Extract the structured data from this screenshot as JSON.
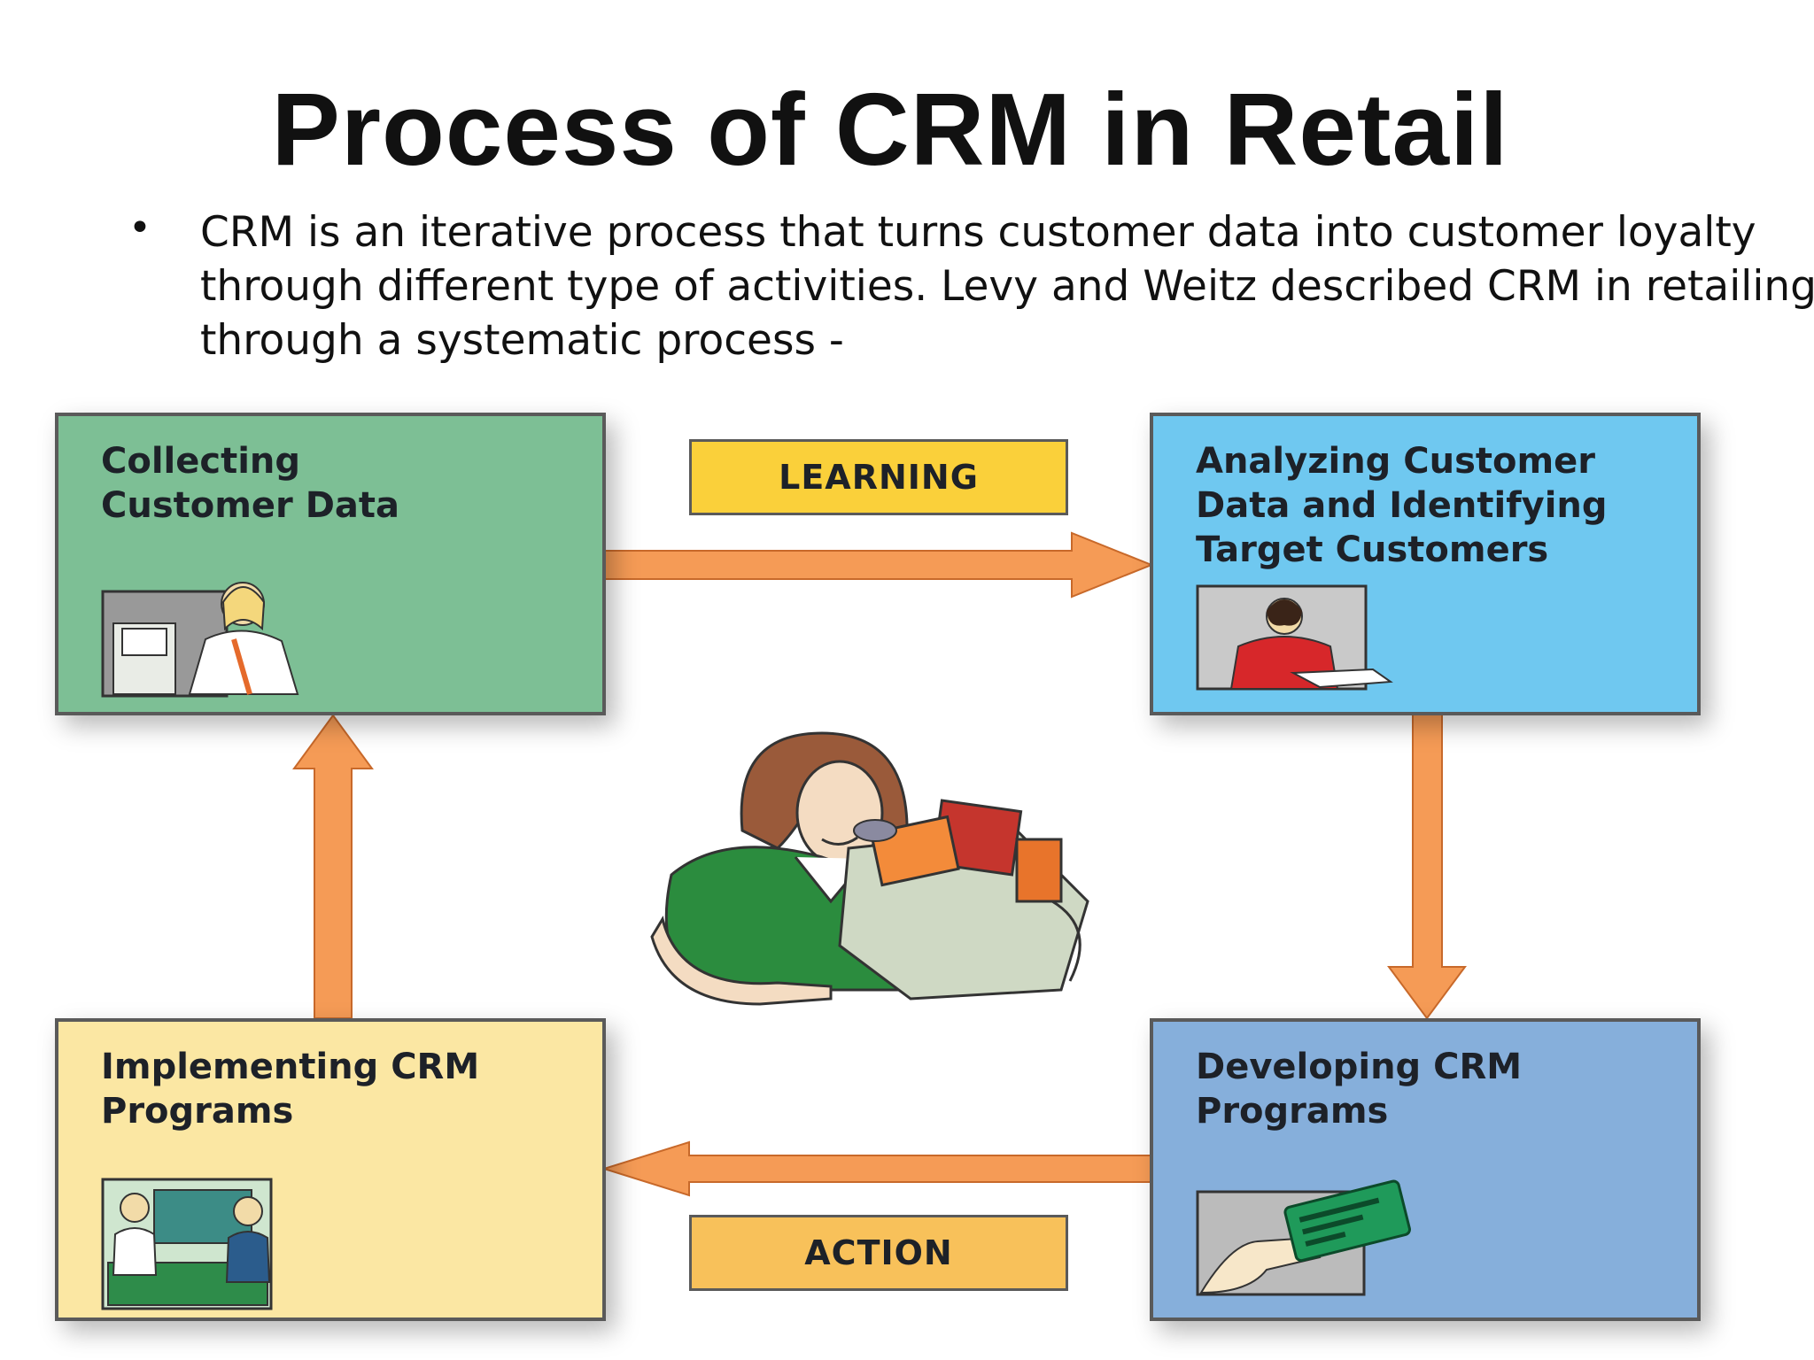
{
  "title": "Process of CRM in Retail",
  "bullet": {
    "symbol": "•",
    "text": "CRM is an iterative process that turns customer data into customer loyalty through different type of activities. Levy and Weitz described CRM in retailing through a systematic process -"
  },
  "diagram": {
    "steps": [
      {
        "id": "collect",
        "label": "Collecting\nCustomer Data",
        "color": "#7dbf95",
        "icon": "clerk-at-register-icon"
      },
      {
        "id": "analyze",
        "label": "Analyzing Customer\nData and Identifying\nTarget Customers",
        "color": "#6fc8f0",
        "icon": "analyst-at-desk-icon"
      },
      {
        "id": "develop",
        "label": "Developing CRM\nPrograms",
        "color": "#86afdb",
        "icon": "loyalty-card-icon"
      },
      {
        "id": "implement",
        "label": "Implementing CRM\nPrograms",
        "color": "#fbe7a3",
        "icon": "store-checkout-icon"
      }
    ],
    "tags": {
      "learning": "LEARNING",
      "action": "ACTION"
    },
    "tag_color": "#fad03a",
    "action_tag_color": "#f8c15a",
    "arrow_color": "#f59b56",
    "center_icon": "shopper-with-grocery-bag-icon"
  }
}
